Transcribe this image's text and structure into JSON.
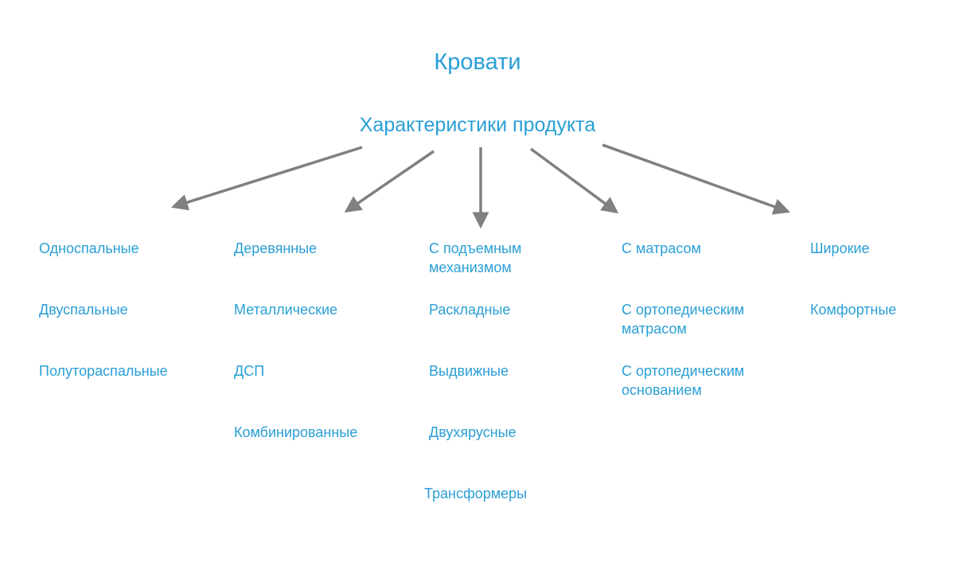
{
  "diagram": {
    "title": "Кровати",
    "subtitle": "Характеристики продукта",
    "columns": [
      {
        "items": [
          "Односпальные",
          "Двуспальные",
          "Полутораспальные"
        ]
      },
      {
        "items": [
          "Деревянные",
          "Металлические",
          "ДСП",
          "Комбинированные"
        ]
      },
      {
        "items": [
          "С подъемным\nмеханизмом",
          "Раскладные",
          "Выдвижные",
          "Двухярусные",
          "Трансформеры"
        ]
      },
      {
        "items": [
          "С матрасом",
          "С ортопедическим\nматрасом",
          "С ортопедическим\nоснованием"
        ]
      },
      {
        "items": [
          "Широкие",
          "Комфортные"
        ]
      }
    ],
    "colors": {
      "text": "#2a9fd6",
      "arrow": "#808080"
    }
  }
}
